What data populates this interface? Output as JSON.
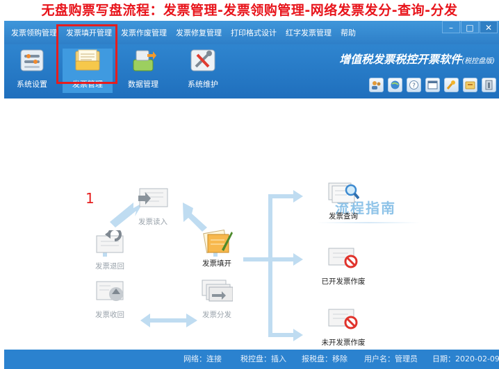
{
  "caption": "无盘购票写盘流程：发票管理-发票领购管理-网络发票发分-查询-分发",
  "menu": [
    "发票领购管理",
    "发票填开管理",
    "发票作废管理",
    "发票修复管理",
    "打印格式设计",
    "红字发票管理",
    "帮助"
  ],
  "window_buttons": {
    "minimize": "–",
    "maximize": "□",
    "close": "✕"
  },
  "brand": {
    "title": "增值税发票税控开票软件",
    "sub": "(税控盘版)"
  },
  "toolbar": [
    "系统设置",
    "发票管理",
    "数据管理",
    "系统维护"
  ],
  "annotation_number": "1",
  "guide_title": "流程指南",
  "flow": {
    "read_in": "发票读入",
    "return": "发票退回",
    "fill": "发票填开",
    "recover": "发票收回",
    "distribute": "发票分发",
    "query": "发票查询",
    "void_issued": "已开发票作废",
    "void_unissued": "未开发票作废"
  },
  "status": {
    "network": "网络：连接",
    "tax_disk": "税控盘：插入",
    "report_disk": "报税盘：移除",
    "user": "用户名：管理员",
    "date": "日期：2020-02-09"
  },
  "colors": {
    "caption": "#e8141b",
    "titlebar": "#2e7fc8",
    "highlight": "#e61d1d",
    "guide": "#8ec3e8",
    "arrow": "#bfdcf1"
  }
}
